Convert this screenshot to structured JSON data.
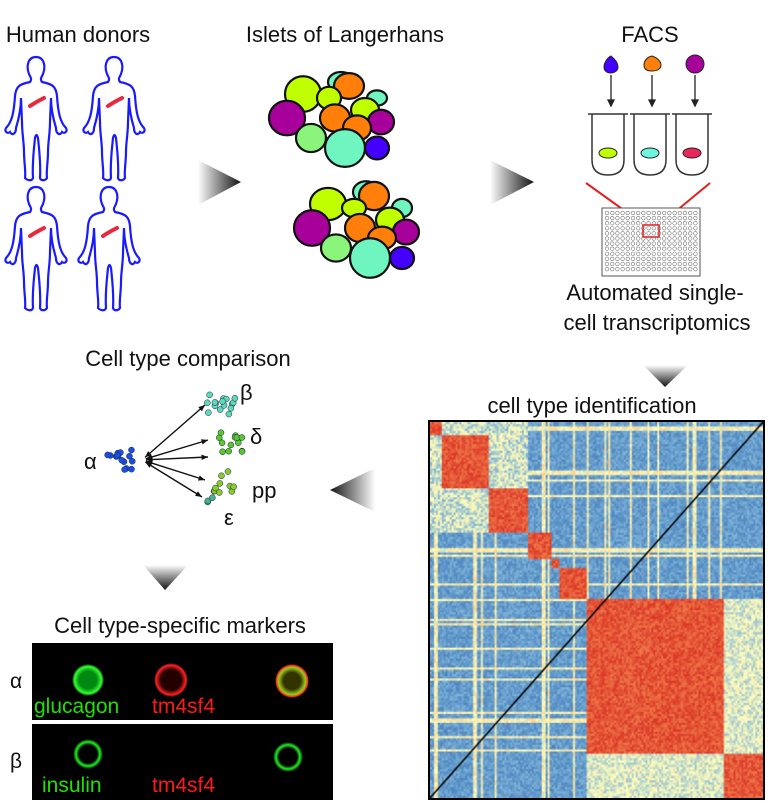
{
  "steps": {
    "donors": "Human donors",
    "islets": "Islets of Langerhans",
    "facs": "FACS",
    "transcriptomics_line1": "Automated single-",
    "transcriptomics_line2": "cell transcriptomics",
    "identification": "cell type identification",
    "comparison": "Cell type comparison",
    "markers": "Cell type-specific markers"
  },
  "comparison_labels": {
    "alpha": "α",
    "beta": "β",
    "delta": "δ",
    "pp": "pp",
    "epsilon": "ε"
  },
  "markers": {
    "rows": [
      {
        "label": "α",
        "stain1": "glucagon",
        "stain2": "tm4sf4"
      },
      {
        "label": "β",
        "stain1": "insulin",
        "stain2": "tm4sf4"
      }
    ]
  },
  "colors": {
    "body_outline": "#1a1aff",
    "pancreas": "#e8283c",
    "cell_colors": [
      "#6ef5c0",
      "#bfff00",
      "#ff7f0a",
      "#a8009a",
      "#4400ff",
      "#8af57a"
    ],
    "green_stain": "#22e000",
    "red_stain": "#ff1a1a",
    "heatmap_low": "#3a7bc8",
    "heatmap_mid": "#ffffbf",
    "heatmap_high": "#e0231f"
  }
}
